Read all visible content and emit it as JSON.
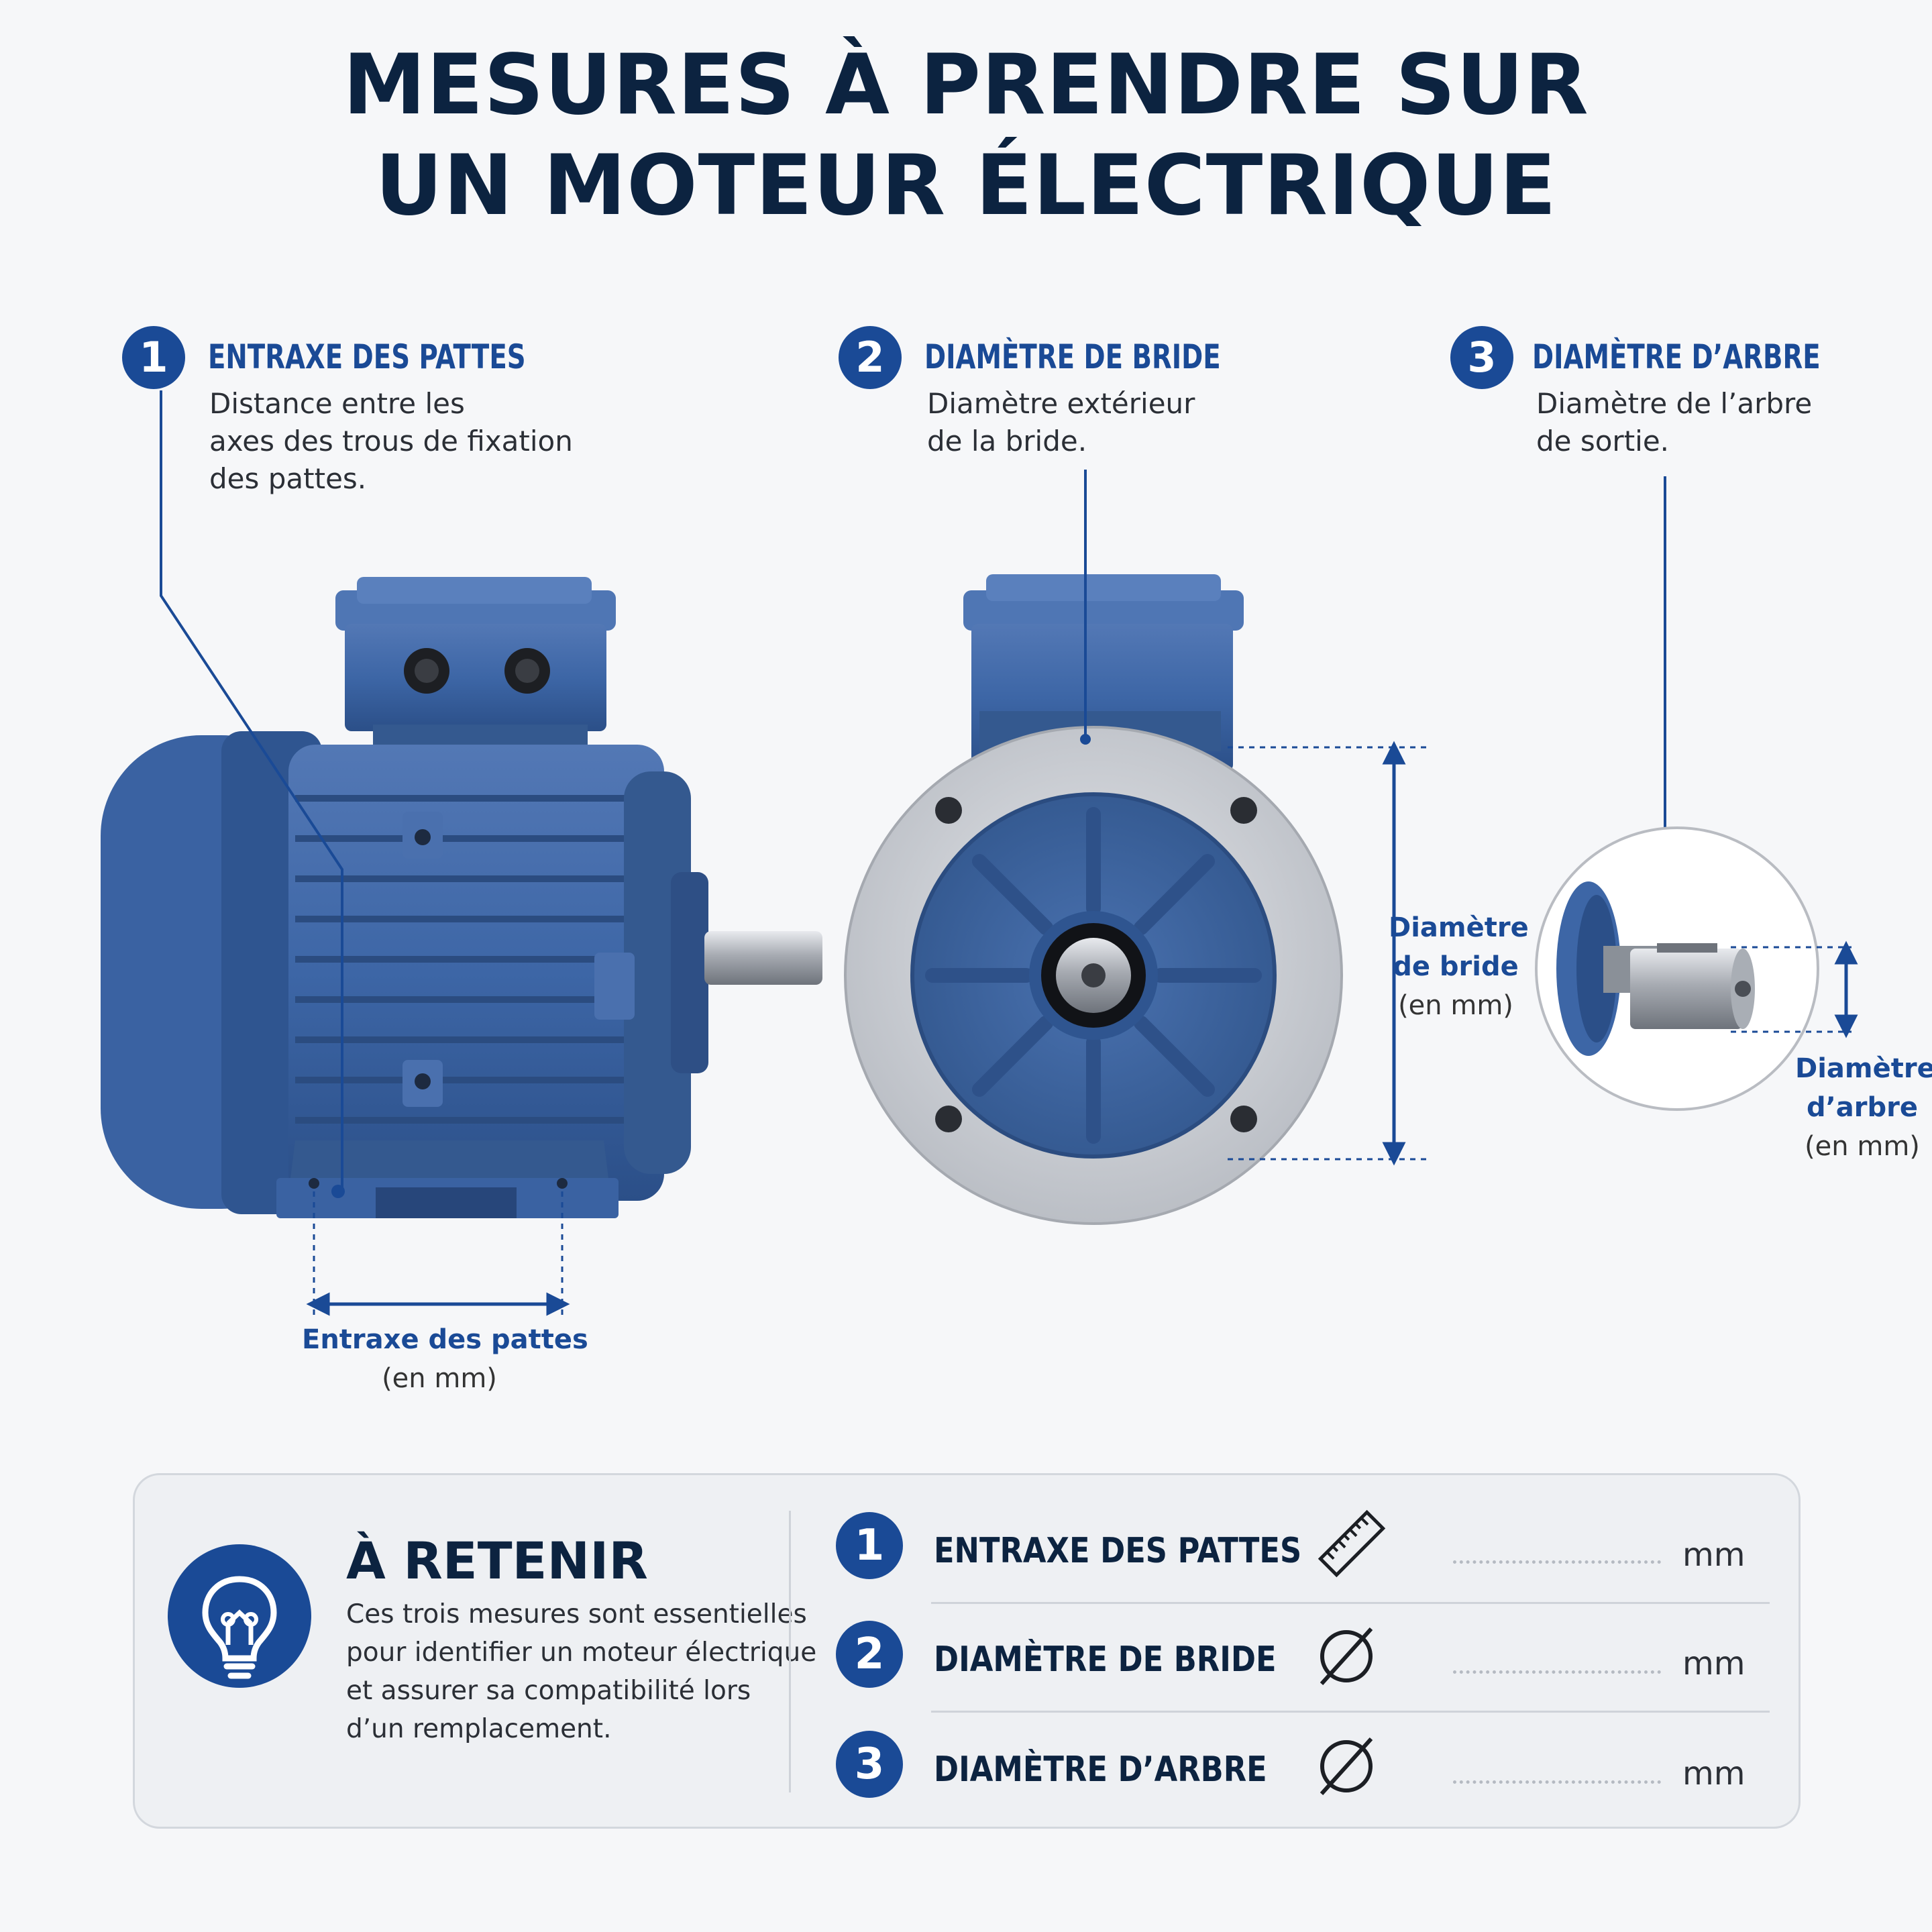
{
  "title": {
    "line1": "MESURES À PRENDRE SUR",
    "line2": "UN MOTEUR ÉLECTRIQUE"
  },
  "callouts": [
    {
      "number": "1",
      "heading": "ENTRAXE DES PATTES",
      "desc": [
        "Distance entre les",
        "axes des trous de fixation",
        "des pattes."
      ]
    },
    {
      "number": "2",
      "heading": "DIAMÈTRE DE BRIDE",
      "desc": [
        "Diamètre extérieur",
        "de la bride."
      ]
    },
    {
      "number": "3",
      "heading": "DIAMÈTRE D’ARBRE",
      "desc": [
        "Diamètre de l’arbre",
        "de sortie."
      ]
    }
  ],
  "measurements": {
    "feet": {
      "label": "Entraxe des pattes",
      "unit": "(en mm)"
    },
    "flange": {
      "label1": "Diamètre",
      "label2": "de bride",
      "unit": "(en mm)"
    },
    "shaft": {
      "label1": "Diamètre",
      "label2": "d’arbre",
      "unit": "(en mm)"
    }
  },
  "retenir": {
    "title": "À RETENIR",
    "text": [
      "Ces trois mesures sont essentielles",
      "pour identifier un moteur électrique",
      "et assurer sa compatibilité lors",
      "d’un remplacement."
    ],
    "icon": "lightbulb-icon"
  },
  "summary": [
    {
      "number": "1",
      "label": "ENTRAXE DES PATTES",
      "icon": "ruler-icon",
      "unit": "mm"
    },
    {
      "number": "2",
      "label": "DIAMÈTRE DE BRIDE",
      "icon": "diameter-icon",
      "unit": "mm"
    },
    {
      "number": "3",
      "label": "DIAMÈTRE D’ARBRE",
      "icon": "diameter-icon",
      "unit": "mm"
    }
  ],
  "colors": {
    "accent": "#1a4a96",
    "dark": "#0c2340",
    "motor": "#3d66a6",
    "metal": "#c9ccd1"
  }
}
